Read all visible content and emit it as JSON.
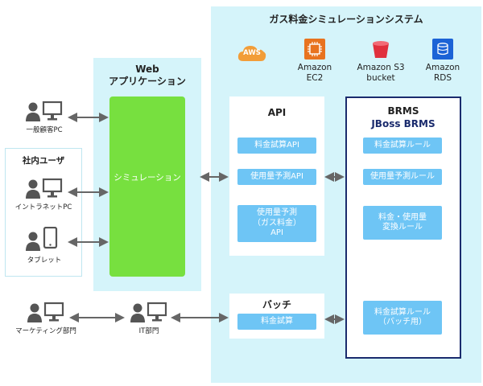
{
  "system_title": "ガス料金シミュレーションシステム",
  "web_panel": {
    "title_line1": "Web",
    "title_line2": "アプリケーション",
    "simulation_label": "シミュレーション"
  },
  "internal_users": {
    "title": "社内ユーザ"
  },
  "nodes": {
    "customer_pc": "一般顧客PC",
    "intranet_pc": "イントラネットPC",
    "tablet": "タブレット",
    "marketing": "マーケティング部門",
    "it_dept": "IT部門"
  },
  "aws": {
    "logo": "AWS",
    "ec2": "Amazon\nEC2",
    "s3": "Amazon S3\nbucket",
    "rds": "Amazon\nRDS"
  },
  "api": {
    "title": "API",
    "items": [
      "料金試算API",
      "使用量予測API",
      "使用量予測\n（ガス料金）\nAPI"
    ]
  },
  "batch": {
    "title": "バッチ",
    "items": [
      "料金試算"
    ]
  },
  "brms": {
    "title": "BRMS",
    "subtitle": "JBoss BRMS",
    "items": [
      "料金試算ルール",
      "使用量予測ルール",
      "料金・使用量\n変換ルール",
      "料金試算ルール\n（バッチ用）"
    ]
  },
  "colors": {
    "panel": "#d5f4fa",
    "green": "#77e03f",
    "button": "#6ec5f5",
    "brms_border": "#1a2b6d",
    "arrow": "#666666",
    "icon": "#555555",
    "aws_orange": "#f29d38",
    "ec2_orange": "#e8731f",
    "s3_red": "#e0303d",
    "rds_blue": "#1c63d6"
  }
}
